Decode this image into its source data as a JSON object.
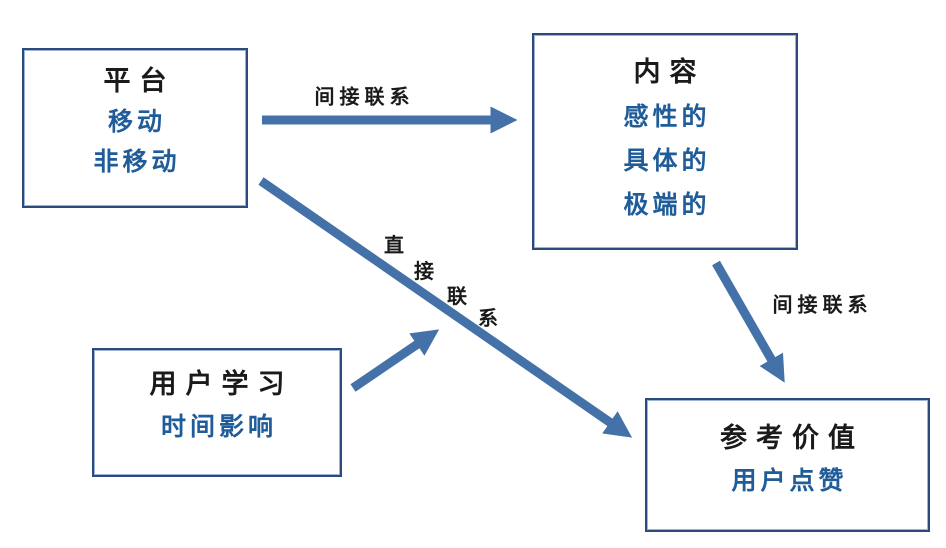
{
  "colors": {
    "background": "#ffffff",
    "box_border": "#2c4a7c",
    "arrow": "#4472a8",
    "title_text": "#1a1a1a",
    "accent_text": "#1f5c99"
  },
  "boxes": {
    "platform": {
      "title": "平台",
      "lines": [
        "移动",
        "非移动"
      ]
    },
    "content": {
      "title": "内容",
      "lines": [
        "感性的",
        "具体的",
        "极端的"
      ]
    },
    "user_learning": {
      "title": "用户学习",
      "lines": [
        "时间影响"
      ]
    },
    "reference_value": {
      "title": "参考价值",
      "lines": [
        "用户点赞"
      ]
    }
  },
  "arrows": {
    "platform_to_content": {
      "label": "间接联系"
    },
    "platform_to_reference": {
      "label": "直接联系",
      "label_chars": [
        "直",
        "接",
        "联",
        "系"
      ]
    },
    "content_to_reference": {
      "label": "间接联系"
    },
    "user_learning_to_link": {
      "label": ""
    }
  }
}
